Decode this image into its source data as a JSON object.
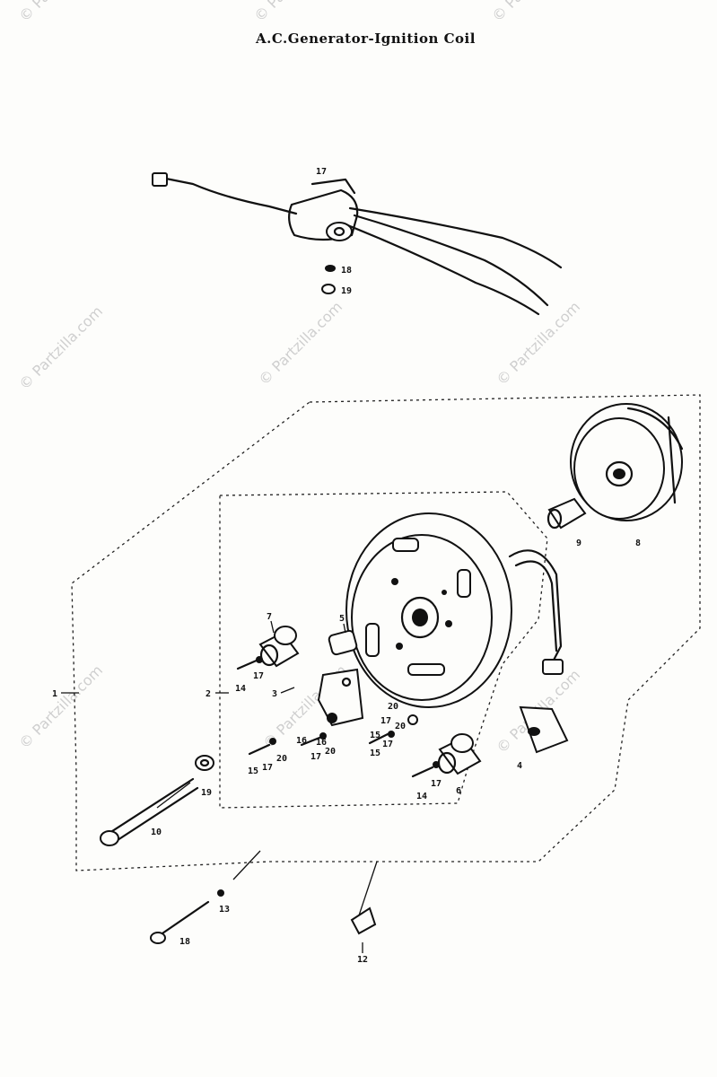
{
  "title": "A.C.Generator-Ignition Coil",
  "watermark": "© Partzilla.com",
  "callouts": {
    "c_coil_17": "17",
    "c_18": "18",
    "c_19": "19",
    "c_9": "9",
    "c_8": "8",
    "c_7": "7",
    "c_5": "5",
    "c_1": "1",
    "c_2": "2",
    "c_3": "3",
    "c_14a": "14",
    "c_17a": "17",
    "c_20a": "20",
    "c_17b": "17",
    "c_15a": "15",
    "c_15b": "15",
    "c_17c": "17",
    "c_20b": "20",
    "c_16a": "16",
    "c_17d": "17",
    "c_20c": "20",
    "c_20d": "20",
    "c_17e": "17",
    "c_15c": "15",
    "c_16b": "16",
    "c_4": "4",
    "c_6": "6",
    "c_14b": "14",
    "c_17f": "17",
    "c_19b": "19",
    "c_10": "10",
    "c_13": "13",
    "c_18b": "18",
    "c_12": "12"
  }
}
